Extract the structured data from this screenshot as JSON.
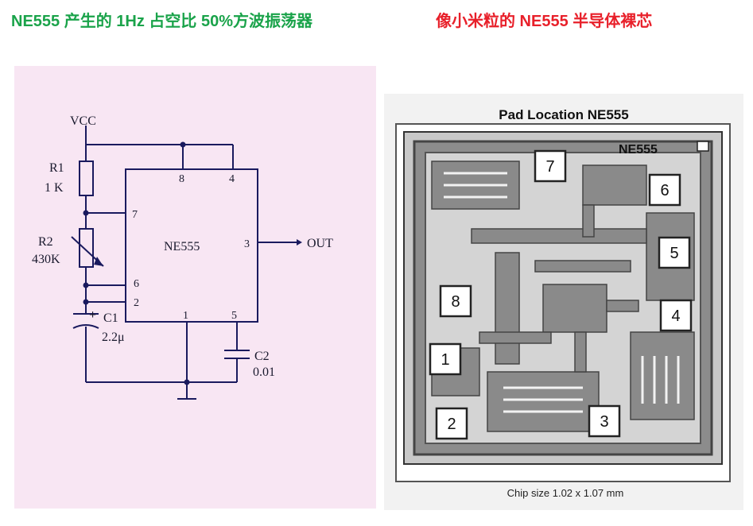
{
  "header": {
    "left_title": "NE555 产生的 1Hz 占空比 50%方波振荡器",
    "right_title": "像小米粒的 NE555 半导体裸芯"
  },
  "schematic": {
    "vcc": "VCC",
    "r1_name": "R1",
    "r1_value": "1 K",
    "r2_name": "R2",
    "r2_value": "430K",
    "c1_name": "C1",
    "c1_polarity": "+",
    "c1_value": "2.2μ",
    "c2_name": "C2",
    "c2_value": "0.01",
    "ic_label": "NE555",
    "pins": {
      "p8": "8",
      "p4": "4",
      "p7": "7",
      "p6": "6",
      "p2": "2",
      "p1": "1",
      "p5": "5",
      "p3": "3"
    },
    "output_label": "OUT"
  },
  "die": {
    "title": "Pad Location NE555",
    "chip_label": "NE555",
    "pads": [
      "1",
      "2",
      "3",
      "4",
      "5",
      "6",
      "7",
      "8"
    ],
    "chip_size": "Chip size 1.02 x 1.07 mm"
  }
}
